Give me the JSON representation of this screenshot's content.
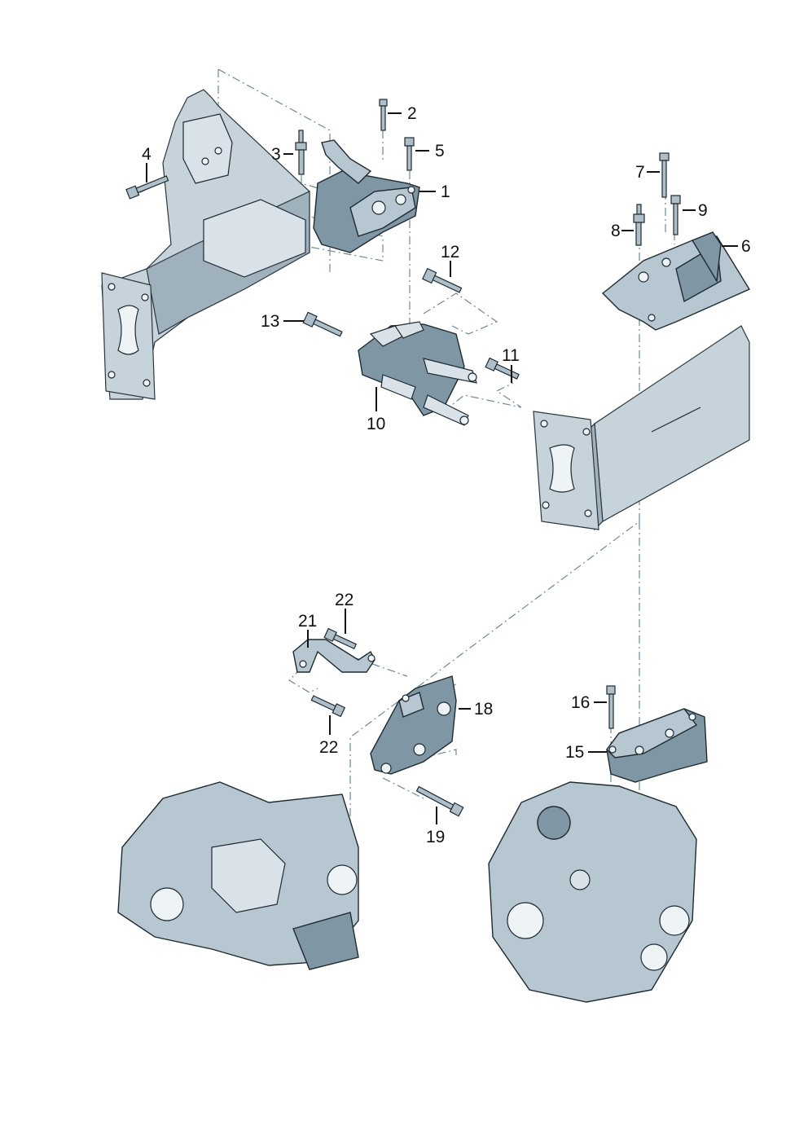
{
  "diagram": {
    "type": "exploded-parts-diagram",
    "subject": "engine/gearbox mounting assembly",
    "callouts": [
      {
        "id": "c1",
        "label": "1",
        "part": "engine-mount"
      },
      {
        "id": "c2",
        "label": "2",
        "part": "bolt"
      },
      {
        "id": "c3",
        "label": "3",
        "part": "stud-bolt"
      },
      {
        "id": "c4",
        "label": "4",
        "part": "bolt"
      },
      {
        "id": "c5",
        "label": "5",
        "part": "bolt"
      },
      {
        "id": "c6",
        "label": "6",
        "part": "gearbox-mount"
      },
      {
        "id": "c7",
        "label": "7",
        "part": "bolt"
      },
      {
        "id": "c8",
        "label": "8",
        "part": "stud-bolt"
      },
      {
        "id": "c9",
        "label": "9",
        "part": "bolt"
      },
      {
        "id": "c10",
        "label": "10",
        "part": "engine-support-bracket"
      },
      {
        "id": "c11",
        "label": "11",
        "part": "bolt"
      },
      {
        "id": "c12",
        "label": "12",
        "part": "bolt"
      },
      {
        "id": "c13",
        "label": "13",
        "part": "bolt"
      },
      {
        "id": "c15",
        "label": "15",
        "part": "gearbox-bracket"
      },
      {
        "id": "c16",
        "label": "16",
        "part": "bolt"
      },
      {
        "id": "c18",
        "label": "18",
        "part": "gearbox-support-bracket"
      },
      {
        "id": "c19",
        "label": "19",
        "part": "bolt"
      },
      {
        "id": "c21",
        "label": "21",
        "part": "bracket-arm"
      },
      {
        "id": "c22a",
        "label": "22",
        "part": "bolt"
      },
      {
        "id": "c22b",
        "label": "22",
        "part": "bolt"
      }
    ]
  },
  "colors": {
    "part_fill": "#b7c7d1",
    "part_shade": "#7f96a4",
    "dash_line": "#6f8894",
    "text": "#111111"
  }
}
